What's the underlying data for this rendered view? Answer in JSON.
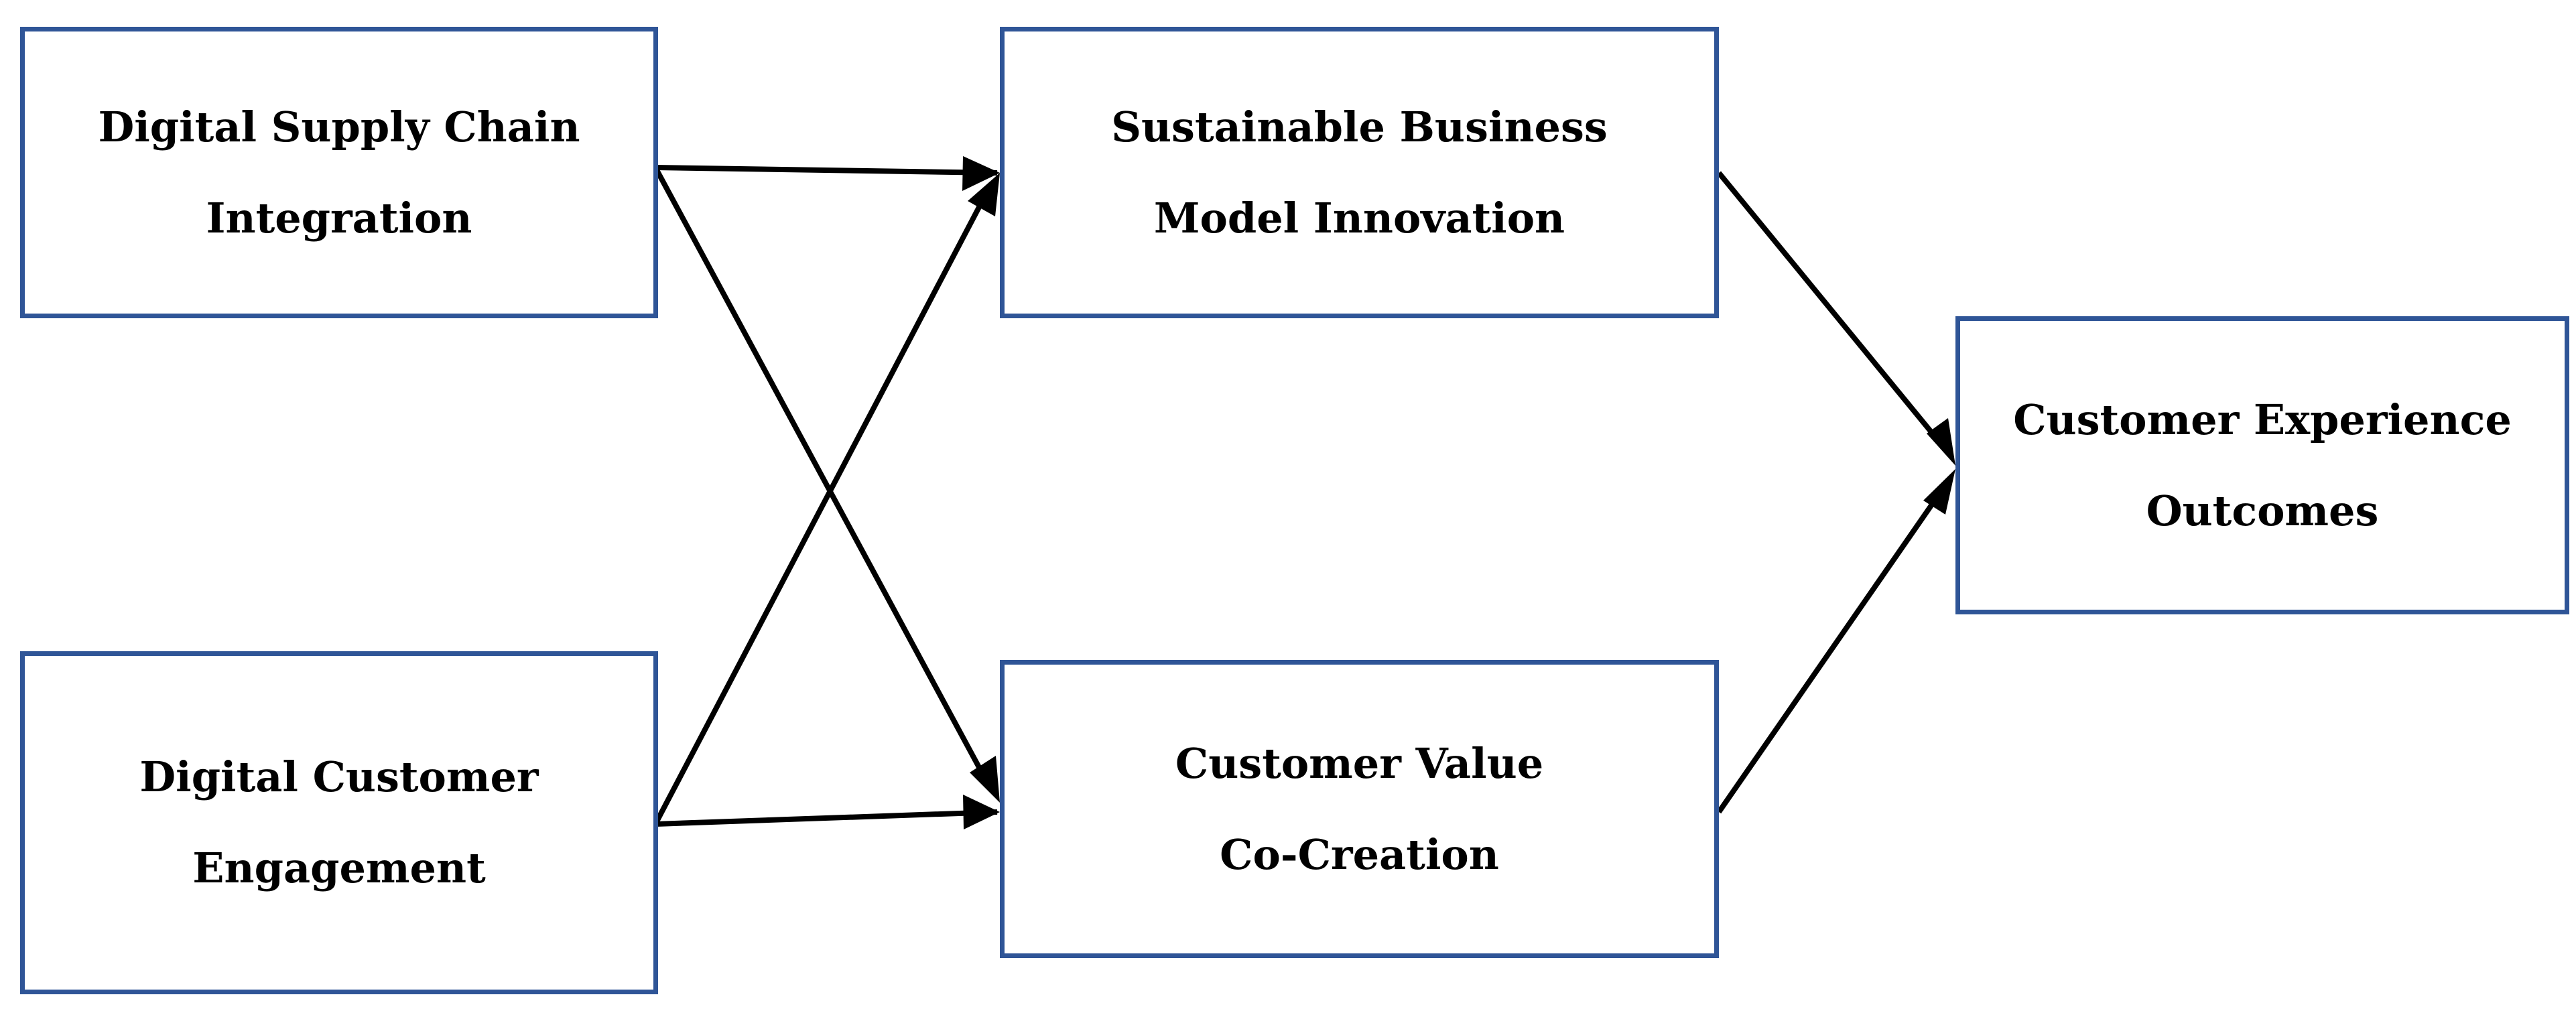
{
  "diagram": {
    "colors": {
      "box_border": "#2F5597",
      "arrow": "#000000",
      "text": "#000000",
      "background": "#ffffff"
    },
    "nodes": {
      "dsci": {
        "lines": [
          "Digital Supply Chain",
          "Integration"
        ]
      },
      "dce": {
        "lines": [
          "Digital Customer",
          "Engagement"
        ]
      },
      "sbmi": {
        "lines": [
          "Sustainable Business",
          "Model Innovation"
        ]
      },
      "cvcc": {
        "lines": [
          "Customer Value",
          "Co-Creation"
        ]
      },
      "ceo": {
        "lines": [
          "Customer Experience",
          "Outcomes"
        ]
      }
    },
    "edges": [
      {
        "from": "dsci",
        "to": "sbmi"
      },
      {
        "from": "dsci",
        "to": "cvcc"
      },
      {
        "from": "dce",
        "to": "sbmi"
      },
      {
        "from": "dce",
        "to": "cvcc"
      },
      {
        "from": "sbmi",
        "to": "ceo"
      },
      {
        "from": "cvcc",
        "to": "ceo"
      }
    ]
  }
}
